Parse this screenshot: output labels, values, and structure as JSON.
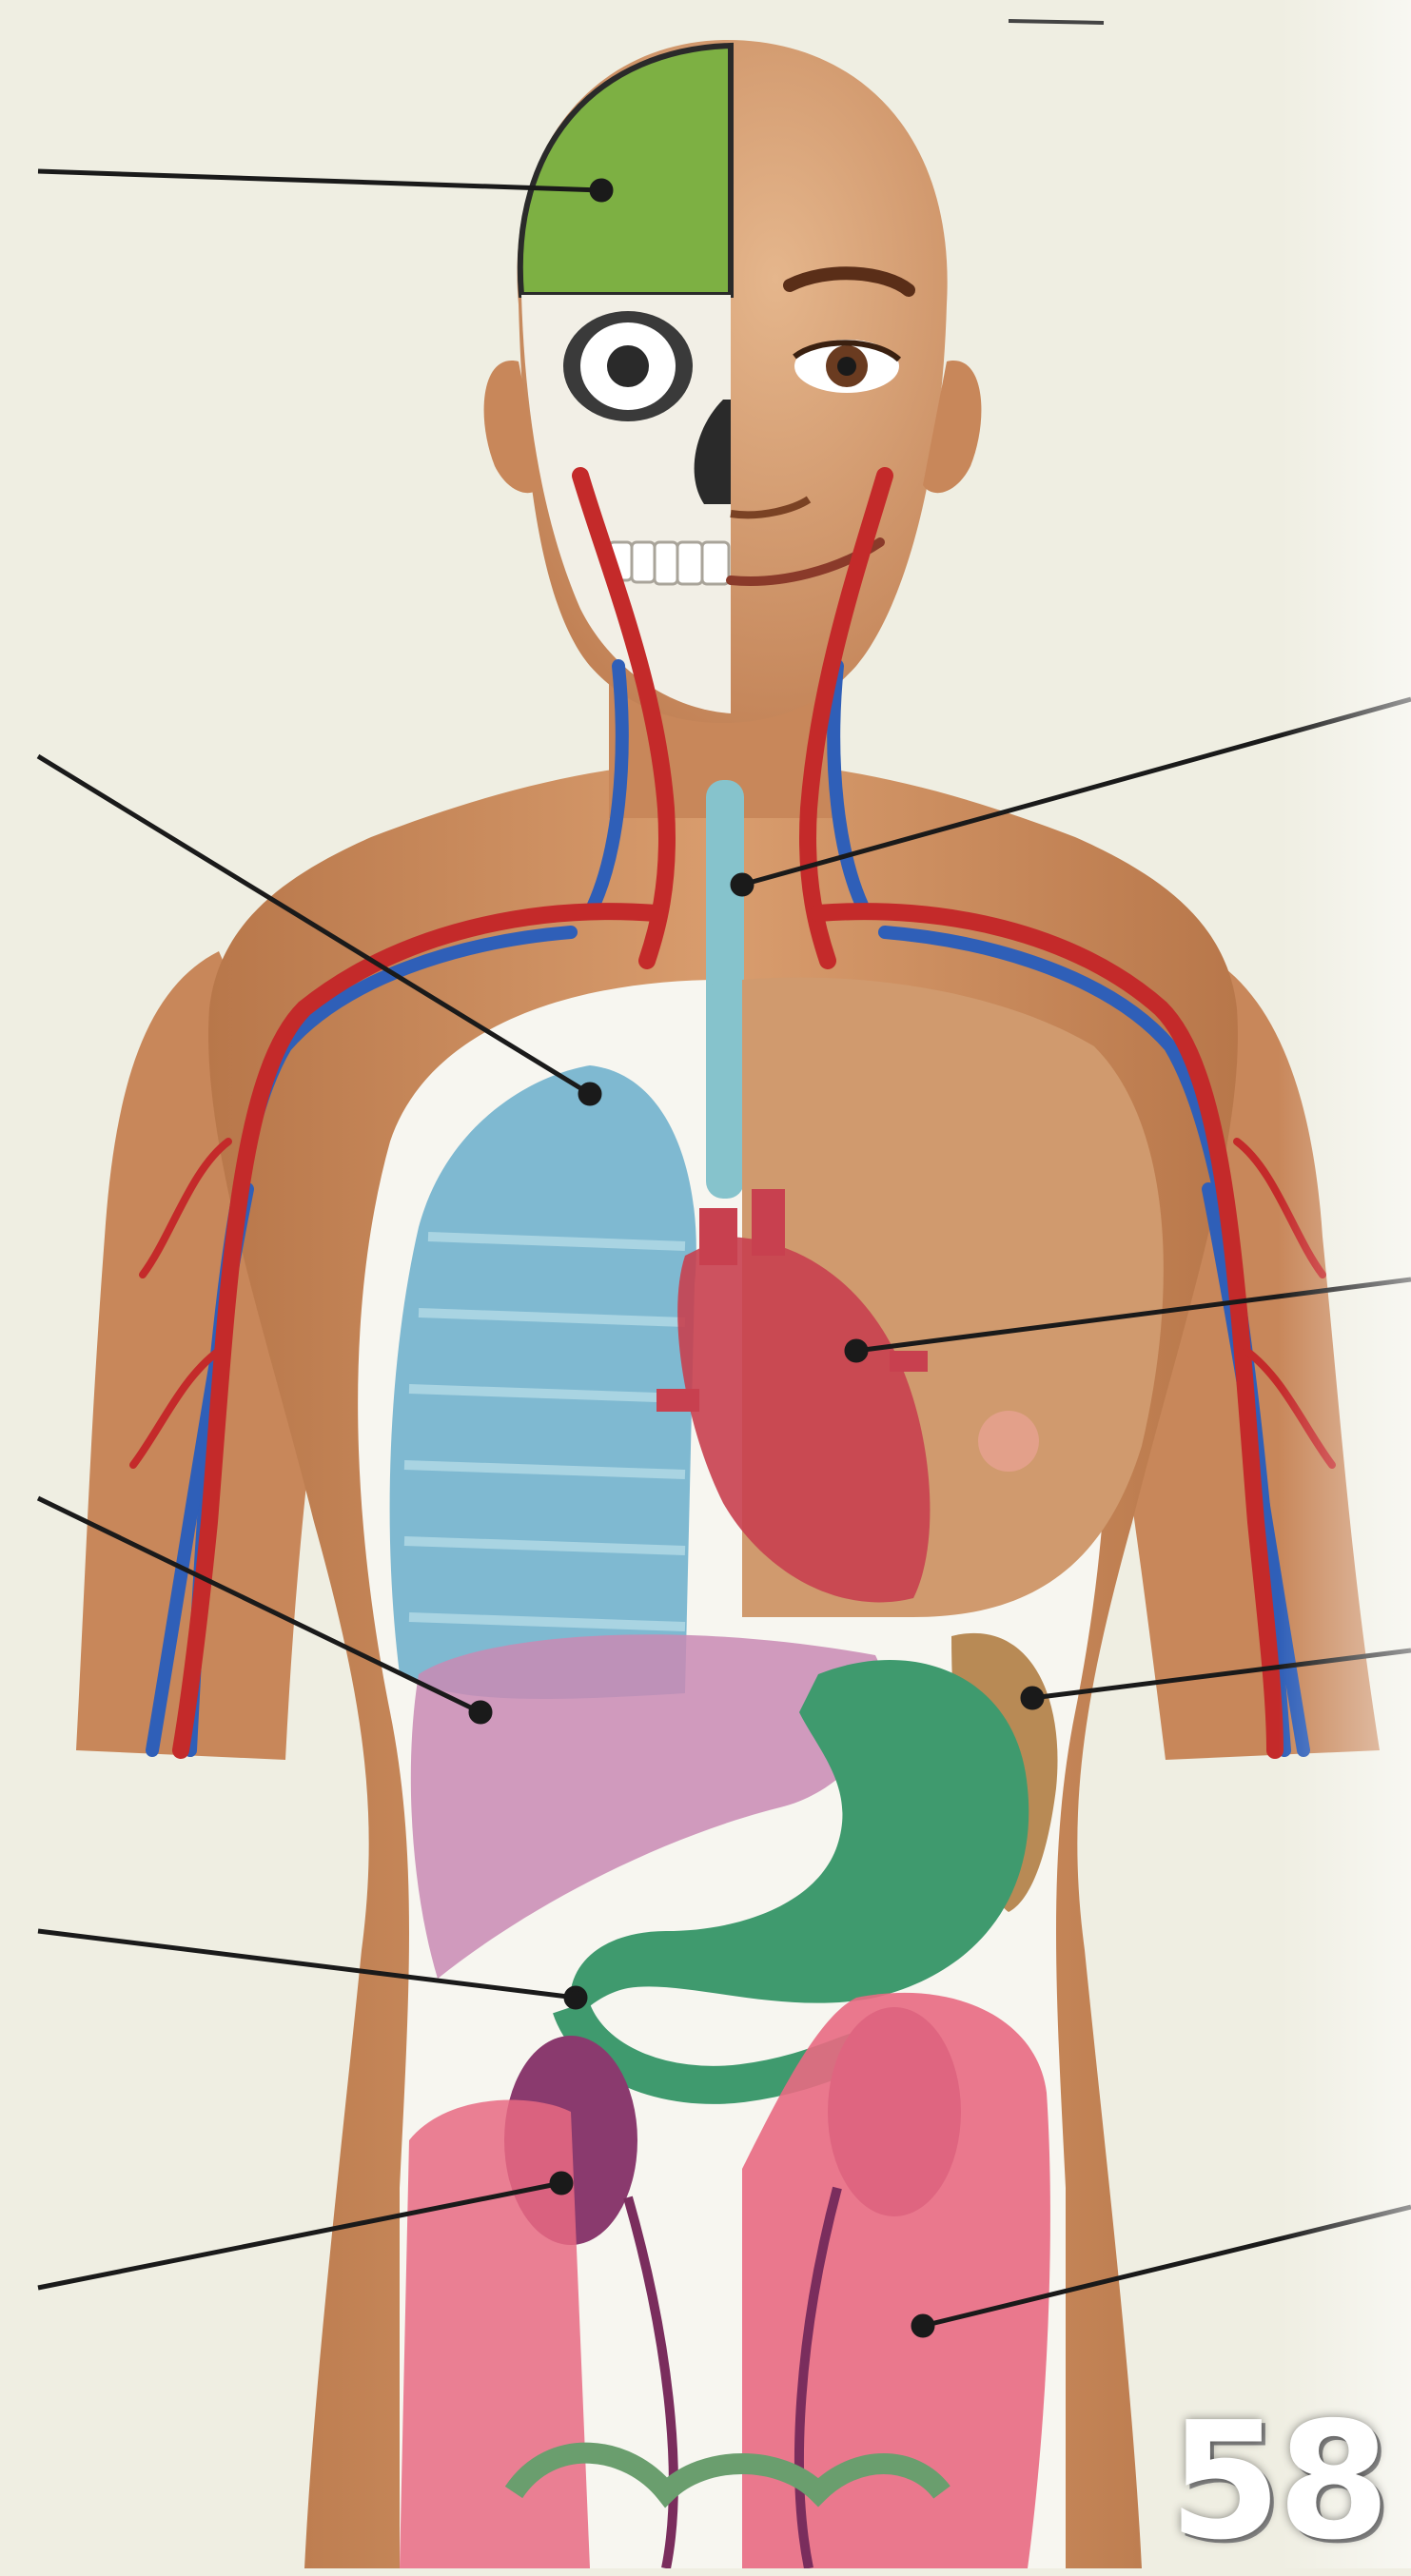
{
  "diagram": {
    "page_number": "58",
    "colors": {
      "background": "#efeee2",
      "skin": "#c98a5c",
      "skin_light": "#e0b086",
      "brain": "#7db043",
      "skull": "#f2efe6",
      "artery": "#c42a2a",
      "vein": "#2f5fb8",
      "lung": "#7fb9d1",
      "spine": "#86c3cc",
      "heart": "#c8404f",
      "liver": "#c98ab4",
      "stomach": "#3f9a6e",
      "spleen": "#b88a55",
      "kidney": "#8a3a6e",
      "intestine": "#e86a82",
      "leader_line": "#1a1a1a"
    },
    "labels": [
      {
        "target": "brain",
        "side": "left",
        "text": ""
      },
      {
        "target": "lung",
        "side": "left",
        "text": ""
      },
      {
        "target": "liver",
        "side": "left",
        "text": ""
      },
      {
        "target": "stomach",
        "side": "left",
        "text": ""
      },
      {
        "target": "kidney",
        "side": "left",
        "text": ""
      },
      {
        "target": "spine",
        "side": "right",
        "text": ""
      },
      {
        "target": "heart",
        "side": "right",
        "text": ""
      },
      {
        "target": "spleen",
        "side": "right",
        "text": ""
      },
      {
        "target": "large-intestine",
        "side": "right",
        "text": ""
      }
    ]
  }
}
